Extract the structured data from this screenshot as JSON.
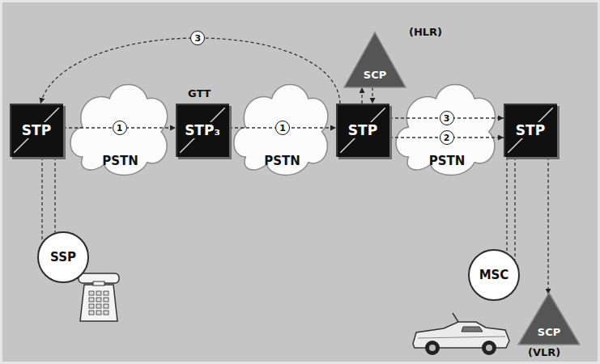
{
  "diagram": {
    "nodes": [
      {
        "text": [
          "STP"
        ]
      },
      {
        "text": [
          "PSTN"
        ]
      },
      {
        "text": [
          "STP₃"
        ]
      },
      {
        "text": [
          "PSTN"
        ]
      },
      {
        "text": [
          "SCP",
          "(HLR)"
        ]
      },
      {
        "text": [
          "STP"
        ]
      },
      {
        "text": [
          "PSTN"
        ]
      },
      {
        "text": [
          "STP"
        ]
      },
      {
        "text": [
          "SSP"
        ]
      },
      {
        "text": [
          "SCP",
          "(VLR)"
        ]
      },
      {
        "text": [
          "MSC"
        ]
      }
    ],
    "edges": [
      {
        "from": 0,
        "to": 2,
        "arrow": "to",
        "label": "1"
      },
      {
        "from": 2,
        "to": 5,
        "arrow": "to",
        "label": "1"
      },
      {
        "from": 5,
        "to": 4,
        "arrow": "to"
      },
      {
        "from": 4,
        "to": 5,
        "arrow": "to"
      },
      {
        "from": 5,
        "to": 7,
        "arrow": "to",
        "label": "3"
      },
      {
        "from": 5,
        "to": 7,
        "arrow": "to",
        "label": "2"
      },
      {
        "from": 7,
        "to": 9,
        "arrow": "to"
      },
      {
        "from": 0,
        "to": 8,
        "arrow": "none"
      },
      {
        "from": 0,
        "to": 8,
        "arrow": "none"
      },
      {
        "from": 7,
        "to": 10,
        "arrow": "none"
      },
      {
        "from": 7,
        "to": 10,
        "arrow": "none"
      },
      {
        "from": 5,
        "to": 0,
        "arrow": "to",
        "label": "3"
      }
    ],
    "labels": [
      "GTT"
    ]
  }
}
